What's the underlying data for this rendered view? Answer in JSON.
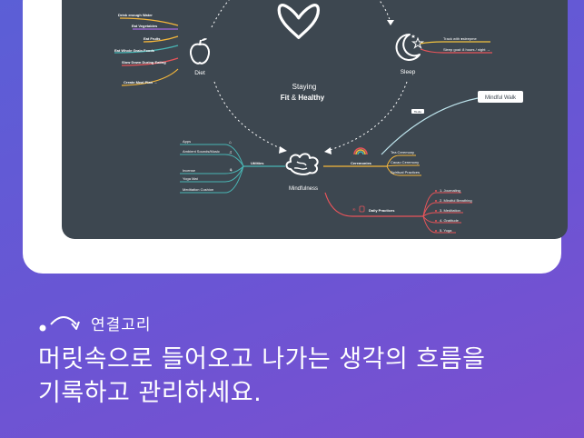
{
  "mindmap": {
    "center": {
      "line1": "Staying",
      "line2_a": "Fit",
      "line2_amp": "&",
      "line2_b": "Healthy"
    },
    "diet": {
      "label": "Diet",
      "items": [
        "Drink enough Water",
        "Eat Vegetables",
        "Eat Fruits",
        "Eat Whole Grain Foods",
        "Slow Down During Eating",
        "Create Meal Plan →"
      ]
    },
    "sleep": {
      "label": "Sleep",
      "items": [
        "Track with ●sleepme",
        "Sleep goal: 8 hours / night →"
      ]
    },
    "mindfulness": {
      "label": "Mindfulness",
      "utilities": {
        "label": "Utilities",
        "items": [
          "Apps",
          "Ambient Sounds/Music",
          "Incense",
          "Yoga Mat",
          "Meditation Cushion"
        ]
      },
      "ceremonies": {
        "label": "Ceremonies",
        "items": [
          "Tea Ceremony",
          "Cacao Ceremony",
          "Spiritual Practices"
        ]
      },
      "daily_practices": {
        "label": "Daily Practices",
        "items": [
          "1. Journaling",
          "2. Mindful Breathing",
          "3. Meditation",
          "4. Gratitude",
          "5. Yoga"
        ]
      }
    },
    "mindful_walk": {
      "label": "Mindful  Walk",
      "link_tag": "To do"
    }
  },
  "caption": {
    "label": "연결고리",
    "headline_line1": "머릿속으로 들어오고 나가는 생각의 흐름을",
    "headline_line2": "기록하고 관리하세요."
  },
  "colors": {
    "canvas": "#3d4750",
    "diet_branch": "#f5b73b",
    "diet_branch_alt": "#a66ae0",
    "sleep_branch": "#f2c23f",
    "utilities_branch": "#49b6b5",
    "ceremonies_branch": "#f5b73b",
    "daily_branch": "#e8545a",
    "walk_link": "#bfe6ee"
  }
}
